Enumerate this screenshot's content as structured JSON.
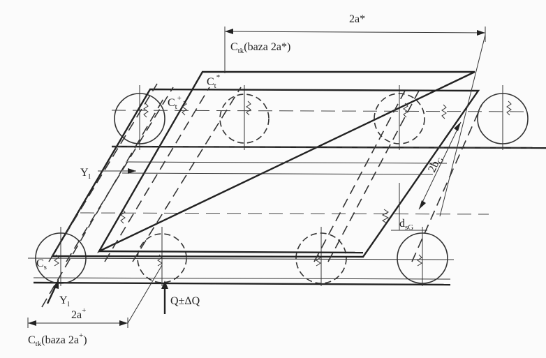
{
  "labels": {
    "top_dim": "2a*",
    "ctk_top": "C",
    "ctk_top_sub": "tk",
    "ctk_top_rest": "(baza 2a*)",
    "c_star_top": "C",
    "c_star_top_sub": "t",
    "c_star_top_sup": "*",
    "c_plus": "C",
    "c_plus_sub": "t",
    "c_plus_sup": "+",
    "y_upper": "Y",
    "y_upper_sub": "l",
    "c_left": "C",
    "c_left_sub": "s",
    "y_lower": "Y",
    "y_lower_sub": "l",
    "bottom_dim": "2a",
    "bottom_dim_sup": "+",
    "ctk_bottom": "C",
    "ctk_bottom_sub": "tk",
    "ctk_bottom_rest": "(baza 2a",
    "ctk_bottom_sup": "+",
    "ctk_bottom_close": ")",
    "load": "Q±ΔQ",
    "width_dim": "2b",
    "width_dim_sub": "G",
    "d_label": "d",
    "d_label_sub": "sG"
  }
}
